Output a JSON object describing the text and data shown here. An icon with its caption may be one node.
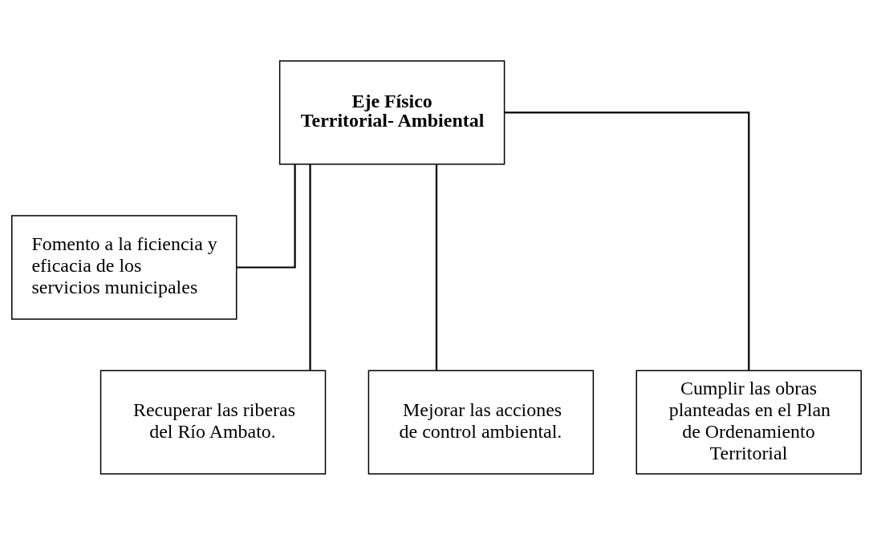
{
  "diagram": {
    "nodes": [
      {
        "text": [
          "Eje Físico Territorial- Ambiental"
        ]
      },
      {
        "text": [
          "Fomento a la ficiencia y eficacia de los servicios municipales"
        ]
      },
      {
        "text": [
          "Recuperar las riberas del Río Ambato."
        ]
      },
      {
        "text": [
          "Mejorar las acciones de control ambiental."
        ]
      },
      {
        "text": [
          "Cumplir las obras planteadas en el Plan de Ordenamiento Territorial"
        ]
      }
    ],
    "edges": [
      {
        "from": 0,
        "to": 1,
        "arrow": "none"
      },
      {
        "from": 0,
        "to": 2,
        "arrow": "none"
      },
      {
        "from": 0,
        "to": 3,
        "arrow": "none"
      },
      {
        "from": 0,
        "to": 4,
        "arrow": "none"
      }
    ]
  }
}
